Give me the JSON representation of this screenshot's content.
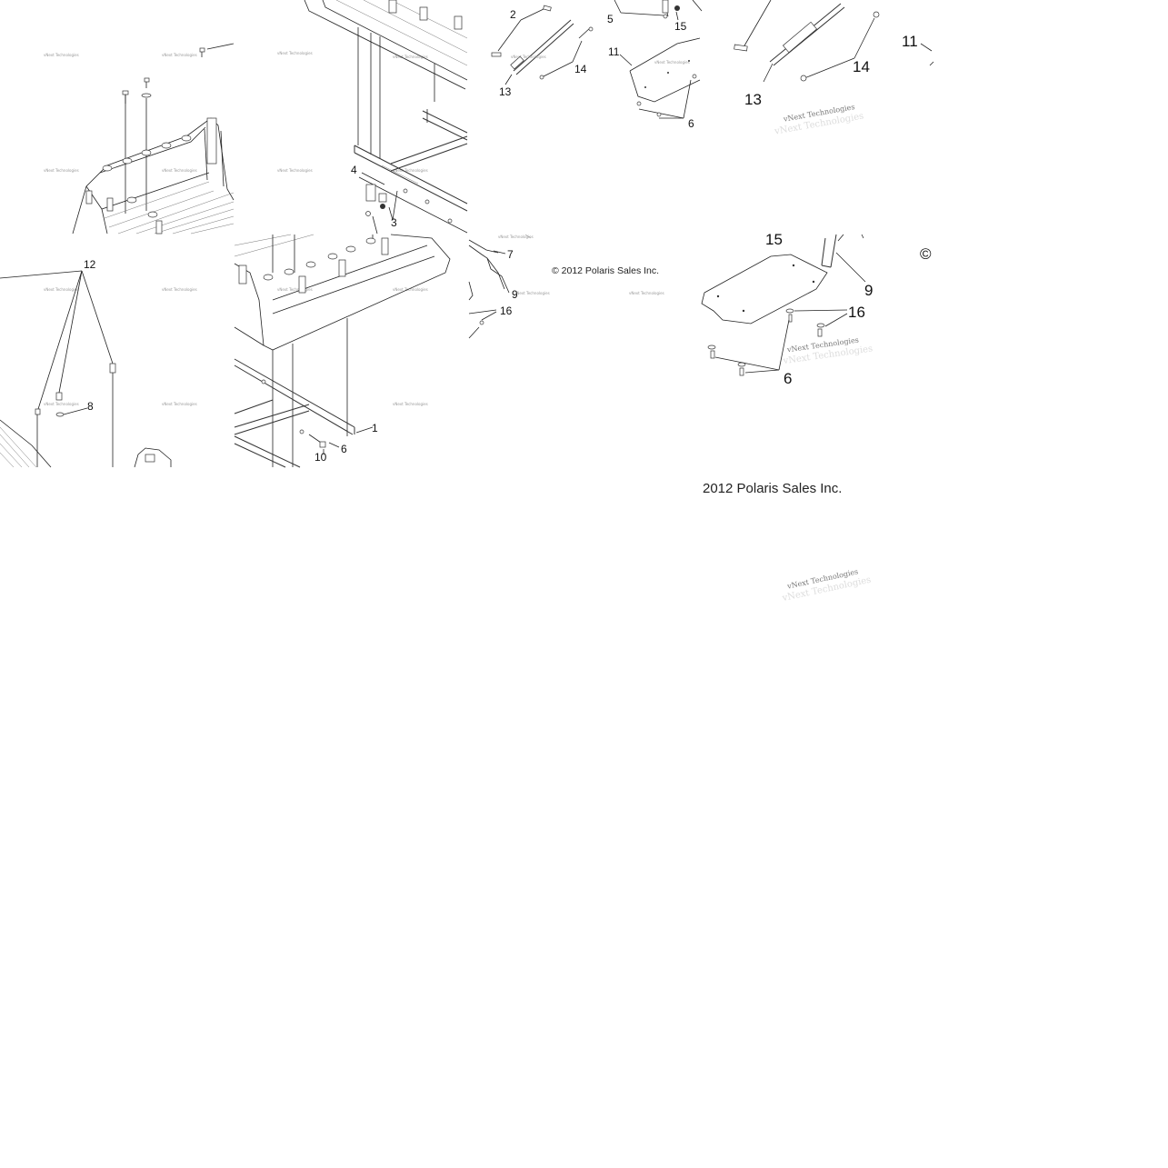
{
  "diagram": {
    "copyright_small": "© 2012 Polaris Sales Inc.",
    "copyright_large": "2012 Polaris Sales Inc.",
    "copyright_symbol": "©",
    "watermark_text": "vNext Technologies",
    "callouts": {
      "c12": "12",
      "c8": "8",
      "c4": "4",
      "c3": "3",
      "c1": "1",
      "c10": "10",
      "c6_panel2": "6",
      "c2": "2",
      "c13_small": "13",
      "c14_small": "14",
      "c5": "5",
      "c15_small": "15",
      "c11_small": "11",
      "c6_small": "6",
      "c7": "7",
      "c9_small": "9",
      "c16_small": "16",
      "c11_big": "11",
      "c13_big": "13",
      "c14_big": "14",
      "c15_big": "15",
      "c9_big": "9",
      "c16_big": "16",
      "c6_big": "6"
    }
  }
}
